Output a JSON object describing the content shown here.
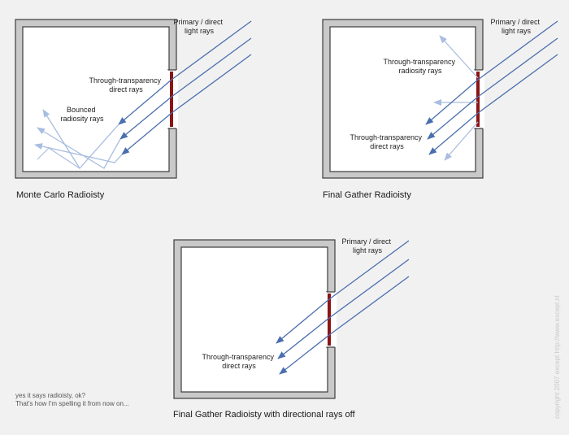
{
  "diagrams": [
    {
      "caption": "Monte Carlo Radioisty",
      "labels": {
        "primary": [
          "Primary / direct",
          "light rays"
        ],
        "through": [
          "Through-transparency",
          "direct rays"
        ],
        "bounced": [
          "Bounced",
          "radiosity rays"
        ]
      }
    },
    {
      "caption": "Final Gather Radioisty",
      "labels": {
        "primary": [
          "Primary / direct",
          "light rays"
        ],
        "through_radiosity": [
          "Through-transparency",
          "radiosity rays"
        ],
        "through_direct": [
          "Through-transparency",
          "direct rays"
        ]
      }
    },
    {
      "caption": "Final Gather Radioisty with directional rays off",
      "labels": {
        "primary": [
          "Primary / direct",
          "light rays"
        ],
        "through": [
          "Through-transparency",
          "direct rays"
        ]
      }
    }
  ],
  "footnote": [
    "yes it says radioisty, ok?",
    "That's how I'm spelling it from now on..."
  ],
  "credit": "copyright 2007 except http://www.except.nl",
  "colors": {
    "background": "#f1f1f1",
    "wall_fill": "#c9c9c9",
    "wall_stroke": "#3c3c3c",
    "room_interior": "#ffffff",
    "window": "#8b1414",
    "direct_ray": "#4a6fae",
    "radiosity_ray": "#a9bde0"
  }
}
